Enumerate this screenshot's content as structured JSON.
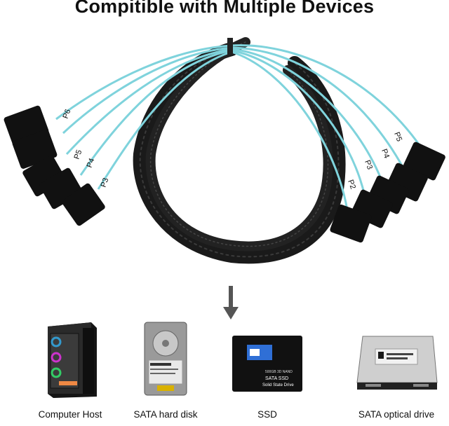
{
  "title": "Compitible with Multiple Devices",
  "cable": {
    "port_labels_left": [
      "P6",
      "P5",
      "P4",
      "P3"
    ],
    "port_labels_right": [
      "P5",
      "P4",
      "P3",
      "P2"
    ]
  },
  "devices": [
    {
      "label": "Computer Host",
      "icon": "computer-host-icon"
    },
    {
      "label": "SATA hard disk",
      "icon": "hard-disk-icon"
    },
    {
      "label": "SSD",
      "icon": "ssd-icon",
      "badge": "500GB 3D NAND",
      "line1": "SATA SSD",
      "line2": "Solid State Drive"
    },
    {
      "label": "SATA optical drive",
      "icon": "optical-drive-icon"
    }
  ],
  "colors": {
    "cable": "#7fd3dc",
    "sleeve": "#1a1a1a",
    "ssd_blue": "#2f6fd6"
  }
}
